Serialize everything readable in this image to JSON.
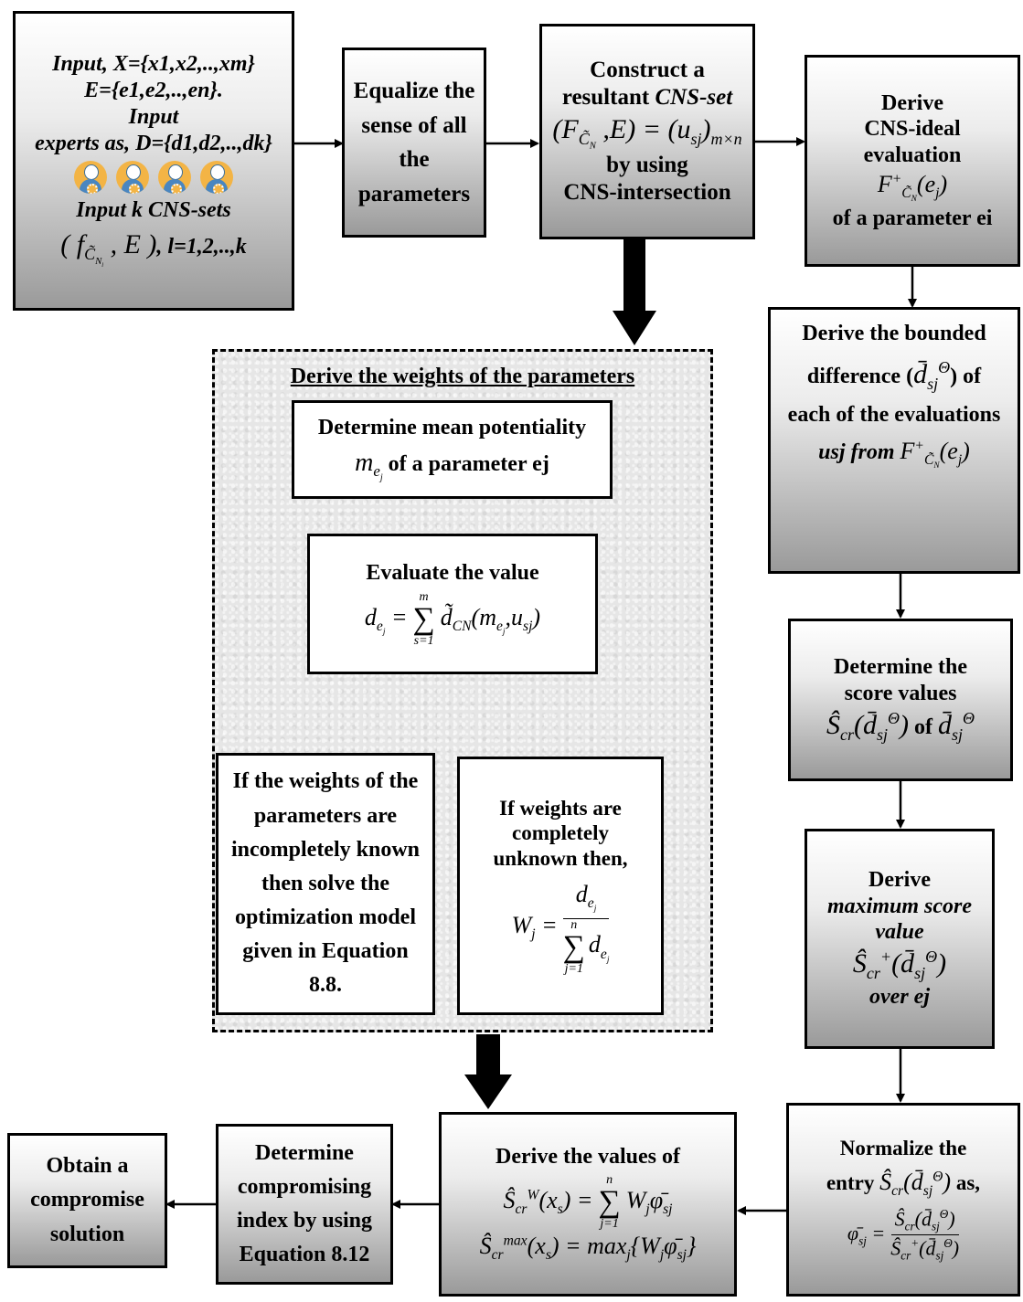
{
  "input_box": {
    "line1": "Input, X={x1,x2,..,xm}",
    "line2": "E={e1,e2,..,en}.",
    "line3": "Input",
    "line4": "experts as, D={d1,d2,..,dk}",
    "line5": "Input k CNS-sets",
    "line6_tail": ", l=1,2,..,k",
    "expert_icon": "expert-person-icon"
  },
  "equalize_box": {
    "text": "Equalize the sense of all the parameters"
  },
  "construct_box": {
    "line1": "Construct a",
    "line2_a": "resultant ",
    "line2_b": "CNS-set",
    "line3": "by using",
    "line4": "CNS-intersection"
  },
  "ideal_box": {
    "line1": "Derive",
    "line2": "CNS-ideal",
    "line3": "evaluation",
    "line4": "of a parameter ei"
  },
  "bounded_box": {
    "line1": "Derive the bounded",
    "line2_a": "difference (",
    "line2_b": ") of",
    "line3": "each of the evaluations",
    "line4_a": "usj from"
  },
  "score_box": {
    "line1": "Determine the",
    "line2": "score values",
    "of": "of"
  },
  "max_score_box": {
    "line1": "Derive",
    "line2": "maximum score",
    "line3": "value",
    "line4": "over ej"
  },
  "normalize_box": {
    "line1": "Normalize the",
    "entry": "entry",
    "as": "as,"
  },
  "values_box": {
    "line1": "Derive the values of"
  },
  "compromise_index_box": {
    "text": "Determine compromising index by using Equation 8.12"
  },
  "solution_box": {
    "text": "Obtain a compromise solution"
  },
  "weights_panel": {
    "title": "Derive the weights of the parameters",
    "mean_box": {
      "line1": "Determine mean potentiality",
      "line2_b": " of a parameter ej"
    },
    "evaluate_box": {
      "line1": "Evaluate the value"
    },
    "incomplete_box": {
      "text": "If the weights of the parameters are incompletely known then solve the optimization model given in Equation 8.8."
    },
    "unknown_box": {
      "line1": "If weights are",
      "line2": "completely",
      "line3": "unknown then,"
    }
  }
}
